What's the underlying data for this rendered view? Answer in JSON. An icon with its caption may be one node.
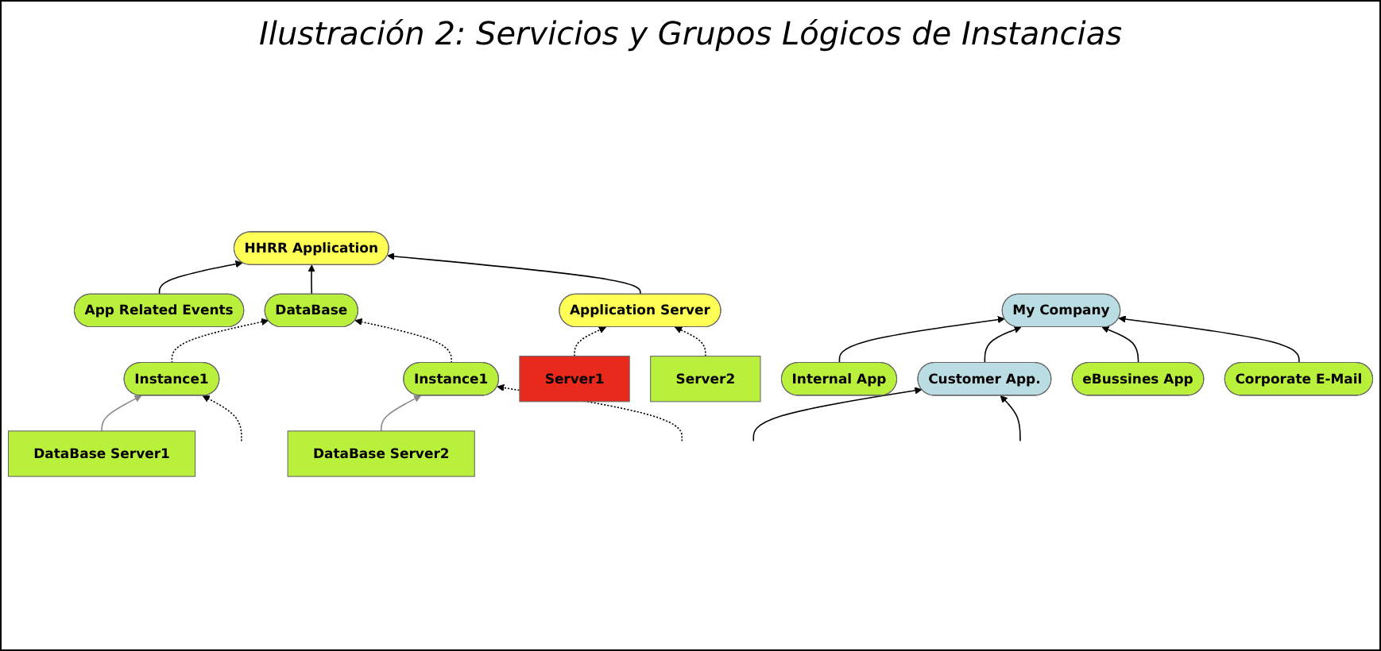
{
  "diagram": {
    "title": "Ilustración 2: Servicios y Grupos Lógicos de Instancias",
    "nodes": [
      {
        "text": [
          "HHRR Application"
        ]
      },
      {
        "text": [
          "App Related Events"
        ]
      },
      {
        "text": [
          "DataBase"
        ]
      },
      {
        "text": [
          "Application Server"
        ]
      },
      {
        "text": [
          "Instance1"
        ]
      },
      {
        "text": [
          "Instance1"
        ]
      },
      {
        "text": [
          "Server1"
        ]
      },
      {
        "text": [
          "Server2"
        ]
      },
      {
        "text": [
          "DataBase Server1"
        ]
      },
      {
        "text": [
          "DataBase Server2"
        ]
      },
      {
        "text": [
          "My Company"
        ]
      },
      {
        "text": [
          "Internal App"
        ]
      },
      {
        "text": [
          "Customer App."
        ]
      },
      {
        "text": [
          "eBussines App"
        ]
      },
      {
        "text": [
          "Corporate E-Mail"
        ]
      }
    ],
    "edges": [
      {
        "from": 1,
        "to": 0,
        "arrow": "to"
      },
      {
        "from": 2,
        "to": 0,
        "arrow": "to"
      },
      {
        "from": 3,
        "to": 0,
        "arrow": "to"
      },
      {
        "from": 4,
        "to": 2,
        "arrow": "to",
        "style": "dashed"
      },
      {
        "from": 5,
        "to": 2,
        "arrow": "to",
        "style": "dashed"
      },
      {
        "from": 6,
        "to": 3,
        "arrow": "to",
        "style": "dashed"
      },
      {
        "from": 7,
        "to": 3,
        "arrow": "to",
        "style": "dashed"
      },
      {
        "from": 8,
        "to": 4,
        "arrow": "to",
        "color": "#888888"
      },
      {
        "from": null,
        "to": 4,
        "arrow": "to",
        "style": "dashed"
      },
      {
        "from": 9,
        "to": 5,
        "arrow": "to",
        "color": "#888888"
      },
      {
        "from": null,
        "to": 5,
        "arrow": "to",
        "style": "dashed"
      },
      {
        "from": 11,
        "to": 10,
        "arrow": "to"
      },
      {
        "from": 12,
        "to": 10,
        "arrow": "to"
      },
      {
        "from": 13,
        "to": 10,
        "arrow": "to"
      },
      {
        "from": 14,
        "to": 10,
        "arrow": "to"
      },
      {
        "from": null,
        "to": 12,
        "arrow": "to"
      },
      {
        "from": null,
        "to": 12,
        "arrow": "to"
      }
    ]
  }
}
